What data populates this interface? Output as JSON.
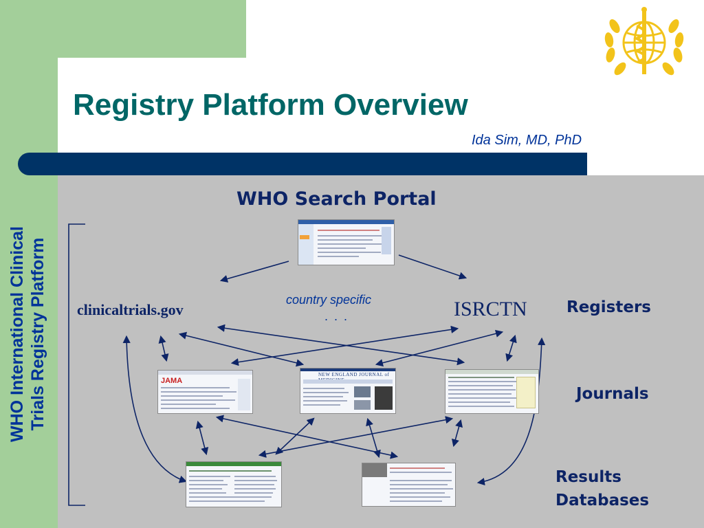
{
  "slide": {
    "title": "Registry Platform Overview",
    "author": "Ida Sim, MD, PhD",
    "sidebar_line1": "WHO International Clinical",
    "sidebar_line2": "Trials Registry Platform"
  },
  "diagram": {
    "portal_label": "WHO Search Portal",
    "registry_left": "clinicaltrials.gov",
    "registry_right": "ISRCTN",
    "country_note": "country specific",
    "ellipsis": ". . .",
    "tiers": {
      "registers": "Registers",
      "journals": "Journals",
      "results_line1": "Results",
      "results_line2": "Databases"
    },
    "thumbnails": {
      "journal_jama_logo": "JAMA",
      "journal_nejm_logo": "NEW ENGLAND JOURNAL of MEDICINE"
    }
  },
  "colors": {
    "title": "#006666",
    "label_blue": "#003399",
    "navy": "#003366",
    "green": "#a3cf9a",
    "gray": "#c0c0c0",
    "logo_gold": "#f2c31a"
  }
}
